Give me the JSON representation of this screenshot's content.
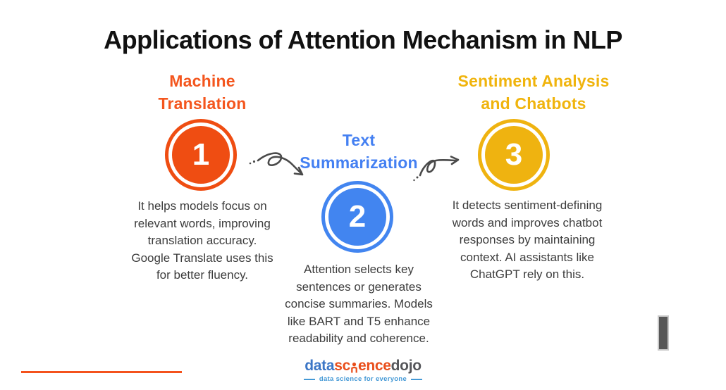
{
  "title": "Applications of Attention Mechanism in NLP",
  "items": [
    {
      "number": "1",
      "heading_lines": [
        "Machine",
        "Translation"
      ],
      "description_lines": [
        "It helps models focus on",
        "relevant words, improving",
        "translation accuracy.",
        "Google Translate uses this",
        "for better fluency."
      ],
      "accent": "#EF4D12",
      "heading_color": "#F4561E"
    },
    {
      "number": "2",
      "heading_lines": [
        "Text",
        "Summarization"
      ],
      "description_lines": [
        "Attention selects key",
        "sentences or generates",
        "concise summaries. Models",
        "like BART and T5 enhance",
        "readability and coherence."
      ],
      "accent": "#4285F0",
      "heading_color": "#4480F2"
    },
    {
      "number": "3",
      "heading_lines": [
        "Sentiment Analysis",
        "and Chatbots"
      ],
      "description_lines": [
        "It detects sentiment-defining",
        "words and improves chatbot",
        "responses by maintaining",
        "context. AI assistants like",
        "ChatGPT rely on this."
      ],
      "accent": "#EFB310",
      "heading_color": "#F0B40D"
    }
  ],
  "icons": [
    {
      "name": "curved-arrow-1-to-2"
    },
    {
      "name": "curved-arrow-2-to-3"
    },
    {
      "name": "person-icon-in-logo"
    }
  ],
  "footer": {
    "logo": {
      "part_data": "data",
      "part_sc": "sc",
      "part_ence": "ence",
      "part_dojo": "dojo",
      "tagline": "data science for everyone"
    }
  },
  "colors": {
    "background": "#FFFFFF",
    "title_text": "#111111",
    "body_text": "#3C3C3C",
    "arrow": "#4A4A4A",
    "footer_rule": "#F4521C",
    "side_bar_fill": "#575757",
    "side_bar_border": "#C9C9C9",
    "logo_data_blue": "#3C76C6",
    "logo_science_orange": "#E94E1B",
    "logo_dojo_gray": "#55565A",
    "logo_tagline_blue": "#4499D6"
  }
}
